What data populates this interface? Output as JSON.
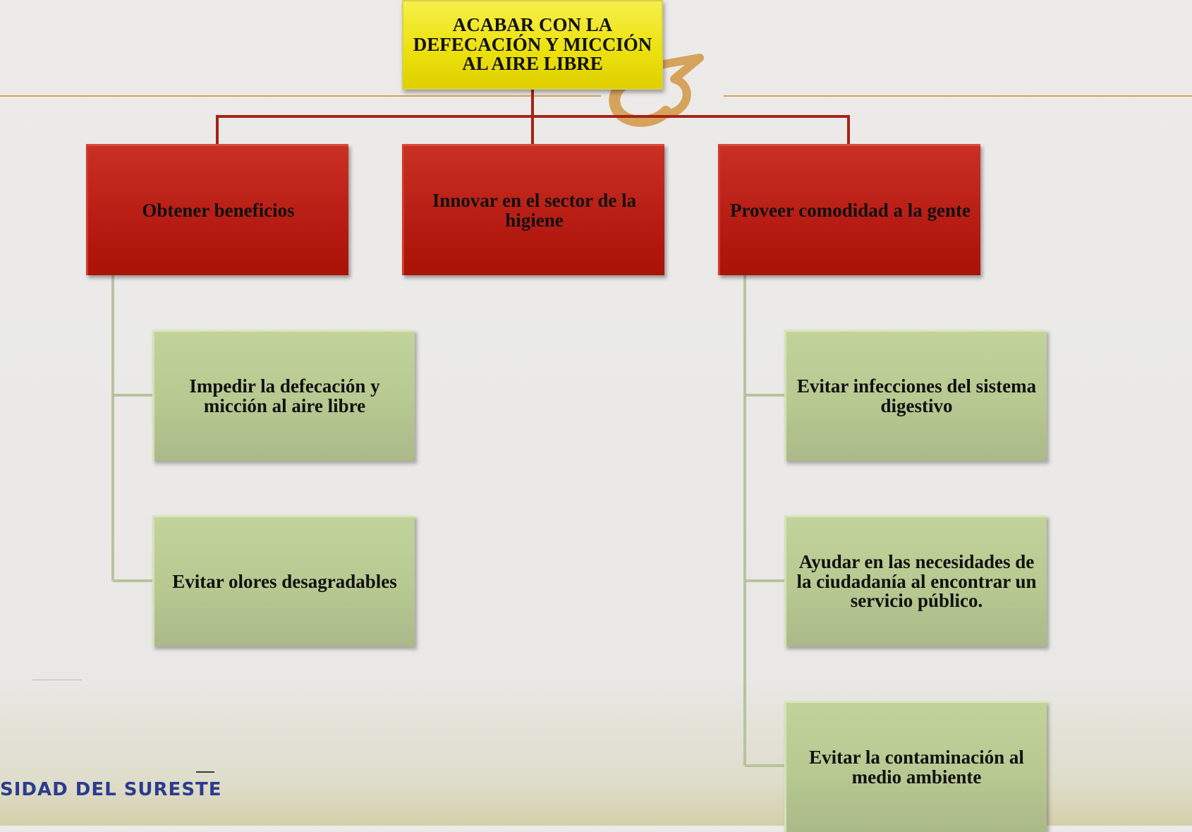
{
  "diagram": {
    "root": "ACABAR CON LA DEFECACIÓN Y MICCIÓN AL AIRE LIBRE",
    "branches": [
      {
        "label": "Obtener beneficios",
        "children": [
          "Impedir la defecación y micción al aire libre",
          "Evitar olores desagradables"
        ]
      },
      {
        "label": "Innovar en el sector de la higiene",
        "children": []
      },
      {
        "label": "Proveer comodidad a la gente",
        "children": [
          "Evitar infecciones del sistema digestivo",
          "Ayudar en las necesidades de la ciudadanía al encontrar un servicio público.",
          "Evitar la contaminación al medio ambiente"
        ]
      }
    ]
  },
  "footer": {
    "text": "SIDAD DEL SURESTE"
  },
  "colors": {
    "root_fill": "#ece20e",
    "branch_fill": "#b71c14",
    "leaf_fill": "#b6c790",
    "branch_connector": "#a52318",
    "leaf_connector": "#b8c39e",
    "accent_line": "#d6a35c",
    "footer_text": "#2a3b8f"
  }
}
